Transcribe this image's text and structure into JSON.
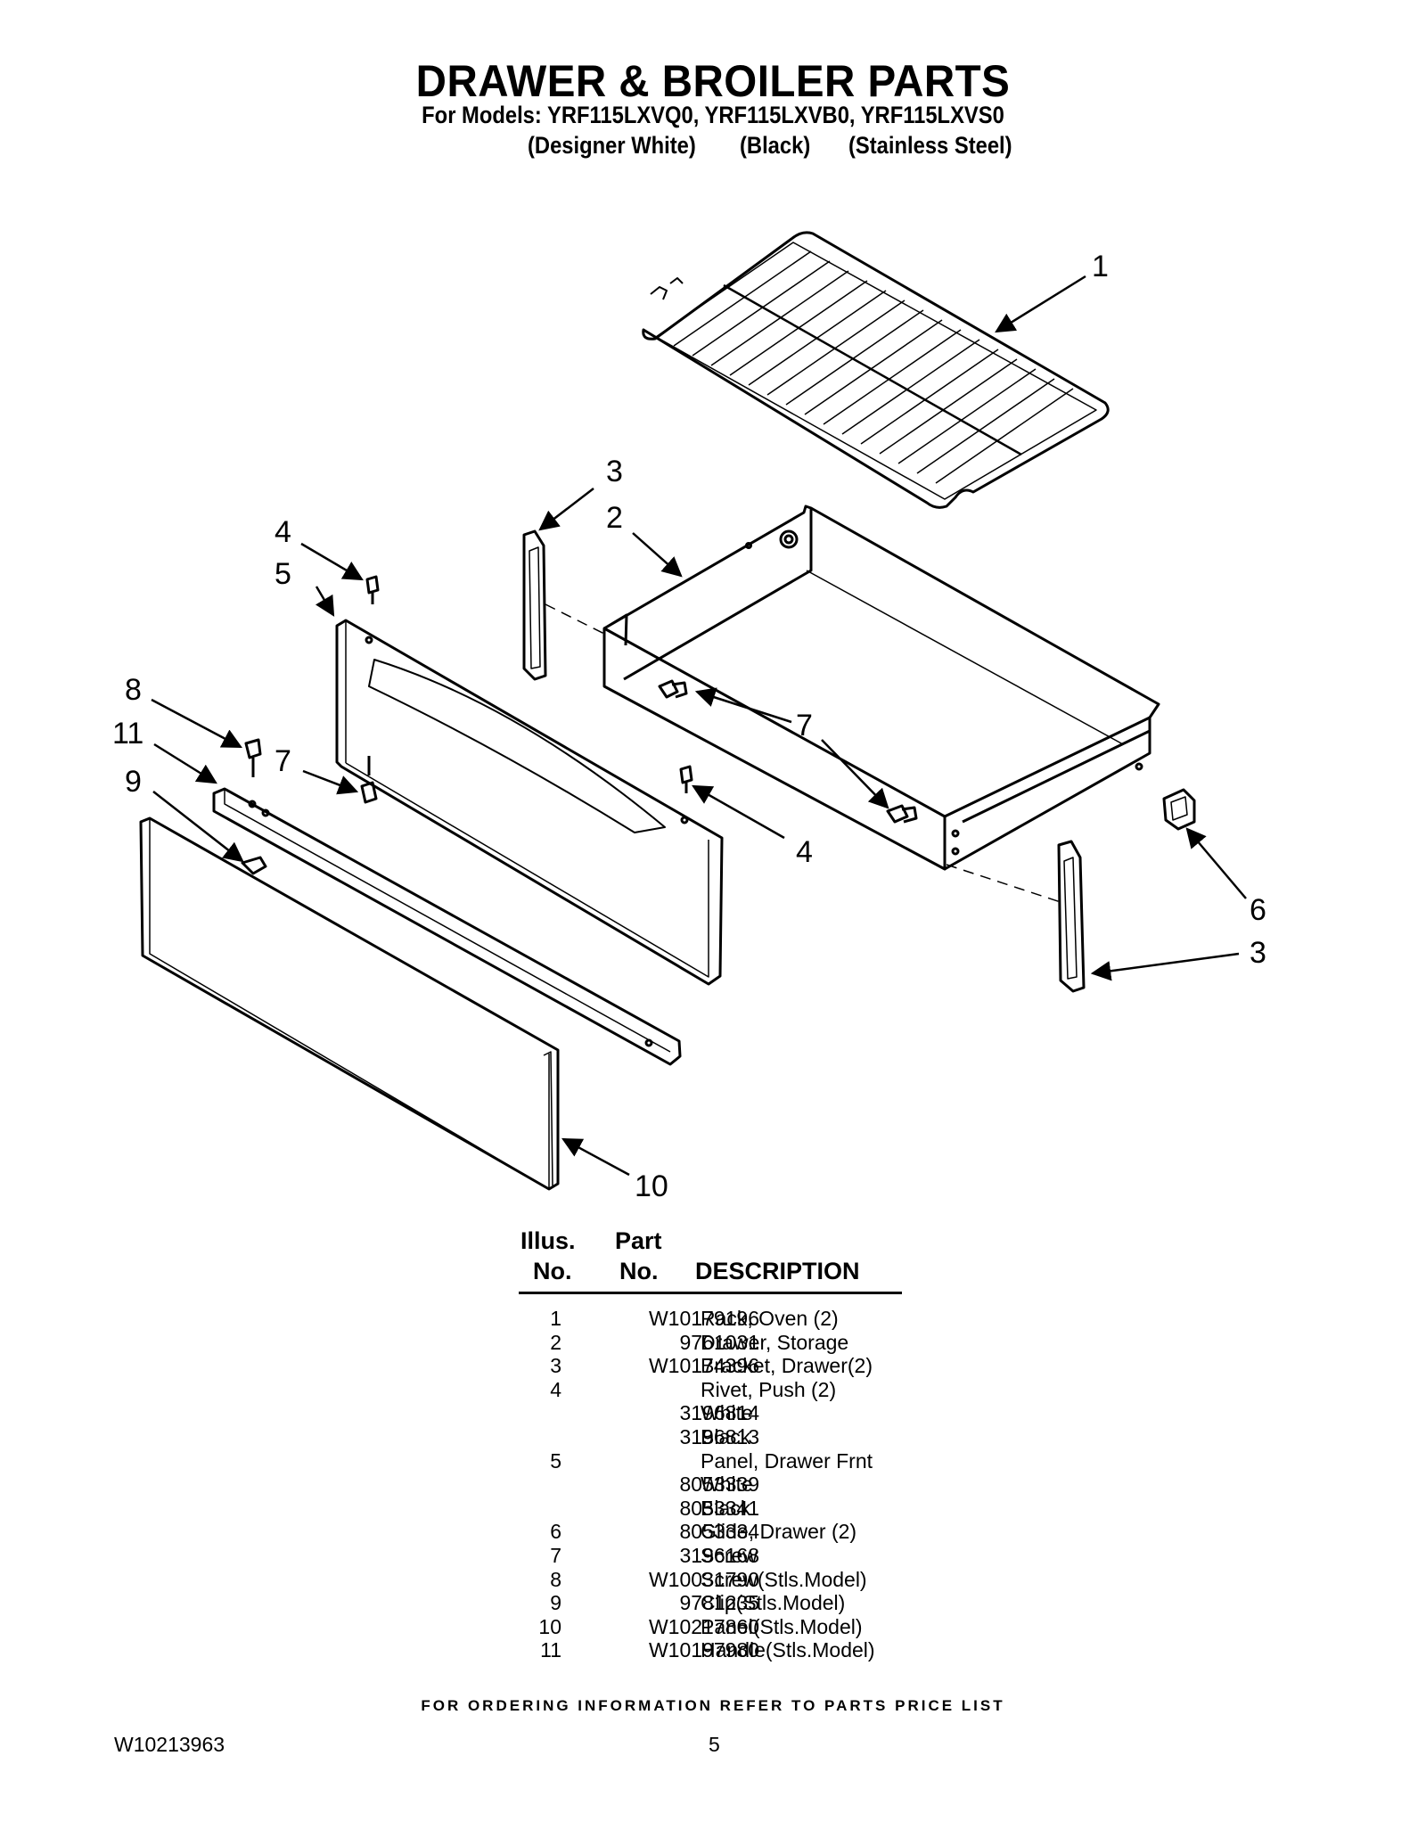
{
  "header": {
    "title": "DRAWER & BROILER PARTS",
    "models_line": "For Models: YRF115LXVQ0, YRF115LXVB0, YRF115LXVS0",
    "variants": [
      "(Designer White)",
      "(Black)",
      "(Stainless Steel)"
    ]
  },
  "diagram": {
    "callouts": [
      "1",
      "3",
      "2",
      "4",
      "5",
      "8",
      "11",
      "7",
      "9",
      "7",
      "4",
      "6",
      "3",
      "10"
    ]
  },
  "table": {
    "headers": {
      "illus_line1": "Illus.",
      "illus_line2": "No.",
      "part_line1": "Part",
      "part_line2": "No.",
      "description": "DESCRIPTION"
    },
    "rows": [
      {
        "num": "1",
        "part": "W10179196",
        "desc": "Rack, Oven (2)"
      },
      {
        "num": "2",
        "part": "9761031",
        "desc": "Drawer, Storage"
      },
      {
        "num": "3",
        "part": "W10174396",
        "desc": "Bracket, Drawer(2)"
      },
      {
        "num": "4",
        "part": "",
        "desc": "Rivet, Push (2)"
      },
      {
        "num": "",
        "part": "3196814",
        "desc": "White"
      },
      {
        "num": "",
        "part": "3196813",
        "desc": "Black"
      },
      {
        "num": "5",
        "part": "",
        "desc": "Panel, Drawer Frnt"
      },
      {
        "num": "",
        "part": "8053339",
        "desc": "White"
      },
      {
        "num": "",
        "part": "8053341",
        "desc": "Black"
      },
      {
        "num": "6",
        "part": "8053334",
        "desc": "Glide, Drawer (2)"
      },
      {
        "num": "7",
        "part": "3196168",
        "desc": "Screw"
      },
      {
        "num": "8",
        "part": "W10031790",
        "desc": "Screw(Stls.Model)"
      },
      {
        "num": "9",
        "part": "9781235",
        "desc": "Clip(Stls.Model)"
      },
      {
        "num": "10",
        "part": "W10217860",
        "desc": "Panel(Stls.Model)"
      },
      {
        "num": "11",
        "part": "W10197980",
        "desc": "Handle(Stls.Model)"
      }
    ]
  },
  "footer": {
    "ordering_note": "FOR ORDERING INFORMATION REFER TO PARTS PRICE LIST",
    "doc_number": "W10213963",
    "page_number": "5"
  }
}
